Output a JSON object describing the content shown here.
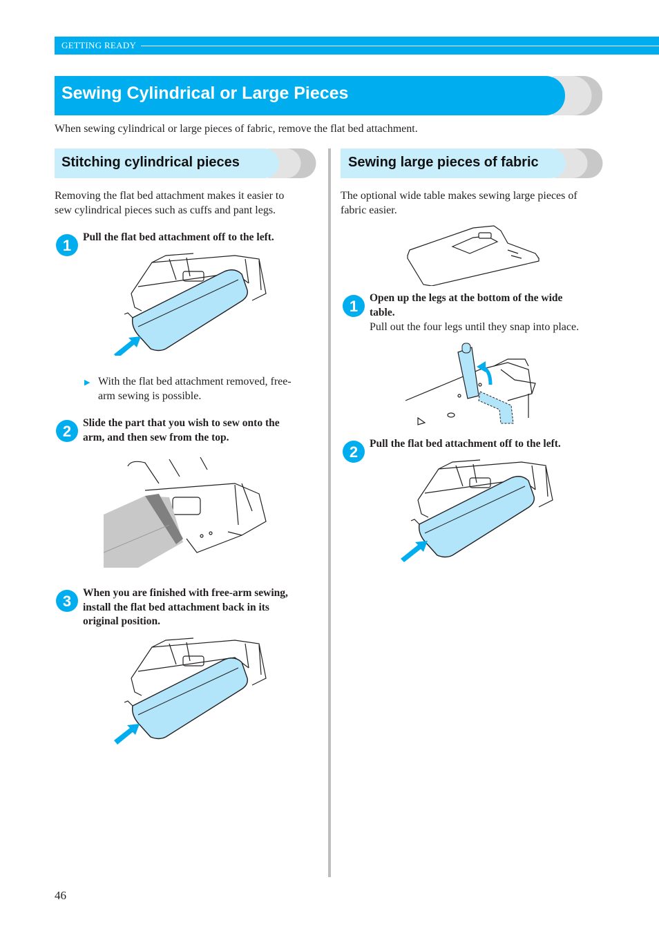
{
  "header": {
    "section": "GETTING READY"
  },
  "title": "Sewing Cylindrical or Large Pieces",
  "intro": "When sewing cylindrical or large pieces of fabric, remove the flat bed attachment.",
  "left": {
    "heading": "Stitching cylindrical pieces",
    "text_lines": [
      "Removing the flat bed attachment makes it easier to",
      "sew cylindrical pieces such as cuffs and pant legs."
    ],
    "steps": [
      {
        "num": "1",
        "title_lines": [
          "Pull the flat bed attachment off to the left."
        ]
      },
      {
        "num": "2",
        "title_lines": [
          "Slide the part that you wish to sew onto the",
          "arm, and then sew from the top."
        ]
      },
      {
        "num": "3",
        "title_lines": [
          "When you are finished with free-arm sewing,",
          "install the flat bed attachment back in its",
          "original position."
        ]
      }
    ],
    "result_lines": [
      "With the flat bed attachment removed, free-",
      "arm sewing is possible."
    ]
  },
  "right": {
    "heading": "Sewing large pieces of fabric",
    "text_lines": [
      "The optional wide table makes sewing large pieces of",
      "fabric easier."
    ],
    "steps": [
      {
        "num": "1",
        "title_lines": [
          "Open up the legs at the bottom of the wide",
          "table."
        ],
        "detail": "Pull out the four legs until they snap into place."
      },
      {
        "num": "2",
        "title_lines": [
          "Pull the flat bed attachment off to the left."
        ]
      }
    ]
  },
  "page_number": "46",
  "colors": {
    "accent": "#00aeef",
    "light_blue": "#c9eefb",
    "gray": "#c8c8c8",
    "attachment_blue": "#b3e5fa"
  }
}
